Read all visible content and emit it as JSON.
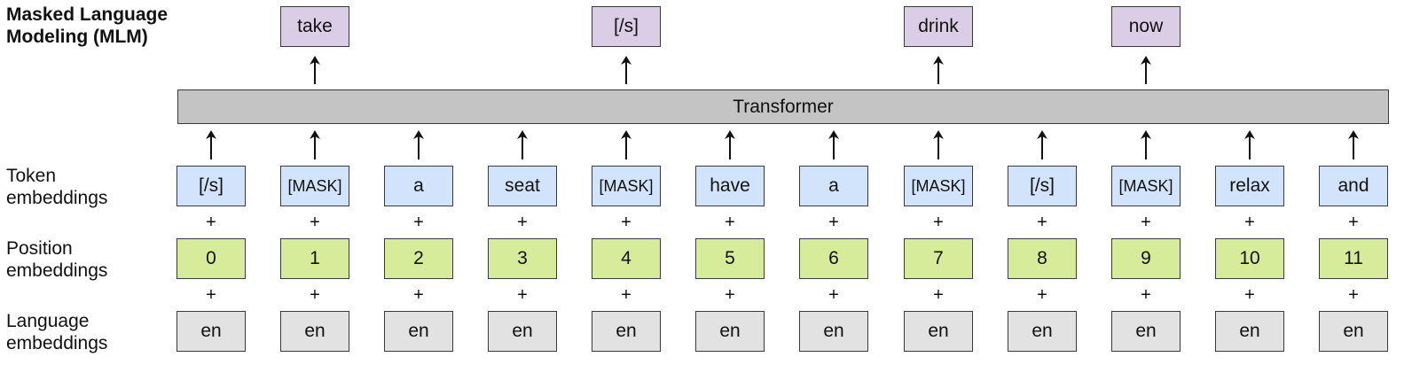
{
  "title": "Masked Language\nModeling (MLM)",
  "row_labels": {
    "token": "Token\nembeddings",
    "position": "Position\nembeddings",
    "language": "Language\nembeddings"
  },
  "transformer_label": "Transformer",
  "plus": "+",
  "tokens": [
    "[/s]",
    "[MASK]",
    "a",
    "seat",
    "[MASK]",
    "have",
    "a",
    "[MASK]",
    "[/s]",
    "[MASK]",
    "relax",
    "and"
  ],
  "positions": [
    "0",
    "1",
    "2",
    "3",
    "4",
    "5",
    "6",
    "7",
    "8",
    "9",
    "10",
    "11"
  ],
  "languages": [
    "en",
    "en",
    "en",
    "en",
    "en",
    "en",
    "en",
    "en",
    "en",
    "en",
    "en",
    "en"
  ],
  "outputs": [
    {
      "column": 1,
      "text": "take"
    },
    {
      "column": 4,
      "text": "[/s]"
    },
    {
      "column": 7,
      "text": "drink"
    },
    {
      "column": 9,
      "text": "now"
    }
  ],
  "colors": {
    "token": "#d2e4fb",
    "position": "#d6ec9a",
    "language": "#e2e2e2",
    "output": "#dccde6",
    "transformer": "#c4c4c4"
  }
}
